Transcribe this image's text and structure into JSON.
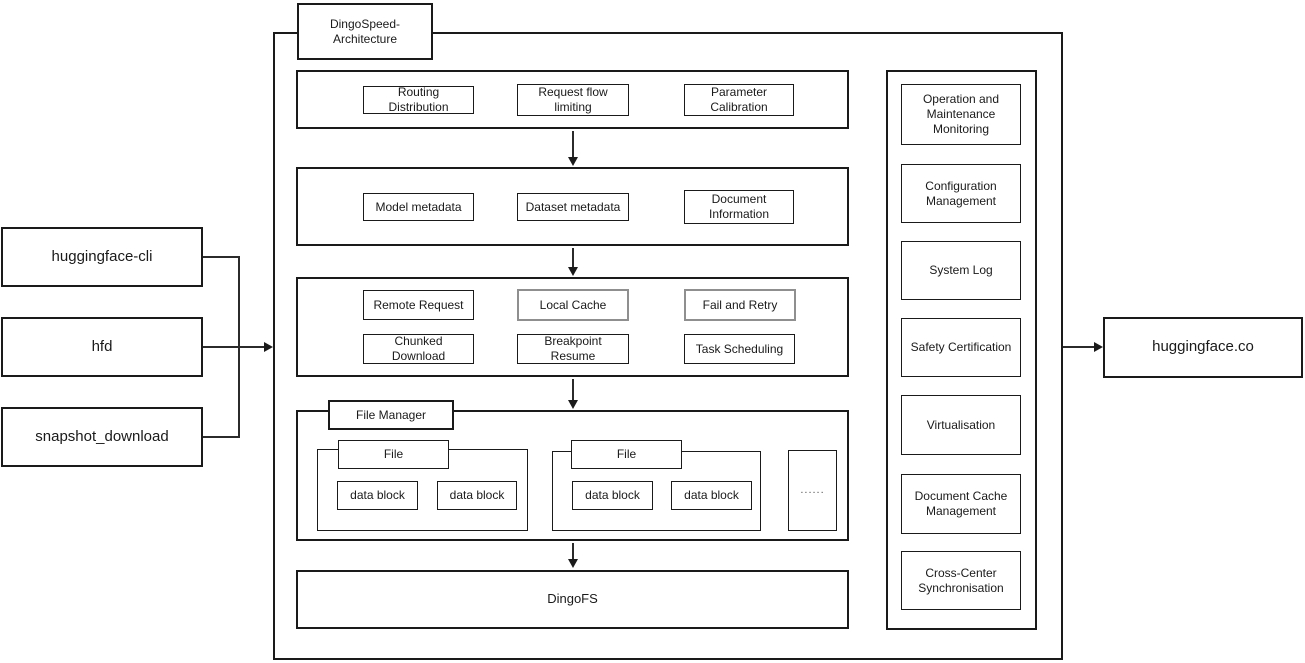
{
  "d": {
    "title": {
      "line1": "DingoSpeed-",
      "line2": "Architecture"
    },
    "sources": [
      "huggingface-cli",
      "hfd",
      "snapshot_download"
    ],
    "target": "huggingface.co",
    "l1": [
      "Routing Distribution",
      "Request flow limiting",
      "Parameter Calibration"
    ],
    "l2": [
      "Model metadata",
      "Dataset metadata",
      "Document Information"
    ],
    "l3": [
      "Remote Request",
      "Local Cache",
      "Fail and Retry",
      "Chunked Download",
      "Breakpoint Resume",
      "Task Scheduling"
    ],
    "fm": {
      "manager": "File Manager",
      "file": "File",
      "block": "data block",
      "dots": "......"
    },
    "fs": "DingoFS",
    "sidebar": [
      "Operation and Maintenance Monitoring",
      "Configuration Management",
      "System Log",
      "Safety Certification",
      "Virtualisation",
      "Document Cache Management",
      "Cross-Center Synchronisation"
    ],
    "colors": {
      "line": "#1a1a1a",
      "special_border": "#8f8f8f",
      "background": "#ffffff"
    }
  }
}
